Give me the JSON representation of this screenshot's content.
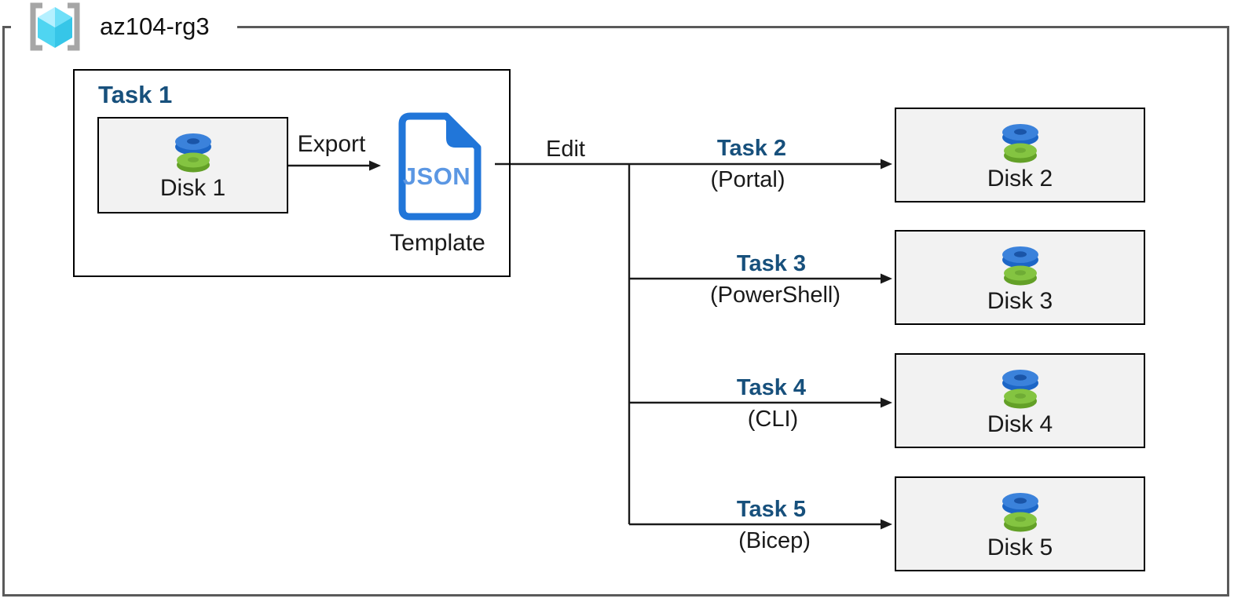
{
  "resource_group": {
    "name": "az104-rg3"
  },
  "task1": {
    "title": "Task 1",
    "disk": {
      "label": "Disk 1"
    },
    "export_label": "Export",
    "template": {
      "file_type": "JSON",
      "label": "Template"
    }
  },
  "edit_label": "Edit",
  "branches": [
    {
      "task": "Task 2",
      "method": "(Portal)",
      "disk": "Disk 2"
    },
    {
      "task": "Task 3",
      "method": "(PowerShell)",
      "disk": "Disk 3"
    },
    {
      "task": "Task 4",
      "method": "(CLI)",
      "disk": "Disk 4"
    },
    {
      "task": "Task 5",
      "method": "(Bicep)",
      "disk": "Disk 5"
    }
  ],
  "colors": {
    "outer_border": "#5A5A5A",
    "box_border": "#000000",
    "box_fill": "#F2F2F2",
    "task_label": "#17507C",
    "arrow": "#1A1A1A",
    "json_border_blue": "#2176D9",
    "json_text_blue": "#5B97E3",
    "disk_blue_top": "#3B82DB",
    "disk_blue_side": "#1C66C6",
    "disk_blue_hole": "#1A55A8",
    "disk_green_top": "#84C441",
    "disk_green_side": "#63A027",
    "disk_green_hole": "#6FAC35",
    "rg_bracket_gray": "#A6A6A6",
    "rg_cube_lightest": "#B5F0FF",
    "rg_cube_light": "#6FDFF8",
    "rg_cube_mid": "#4FD5F1",
    "rg_cube_dark": "#36C6E8"
  }
}
